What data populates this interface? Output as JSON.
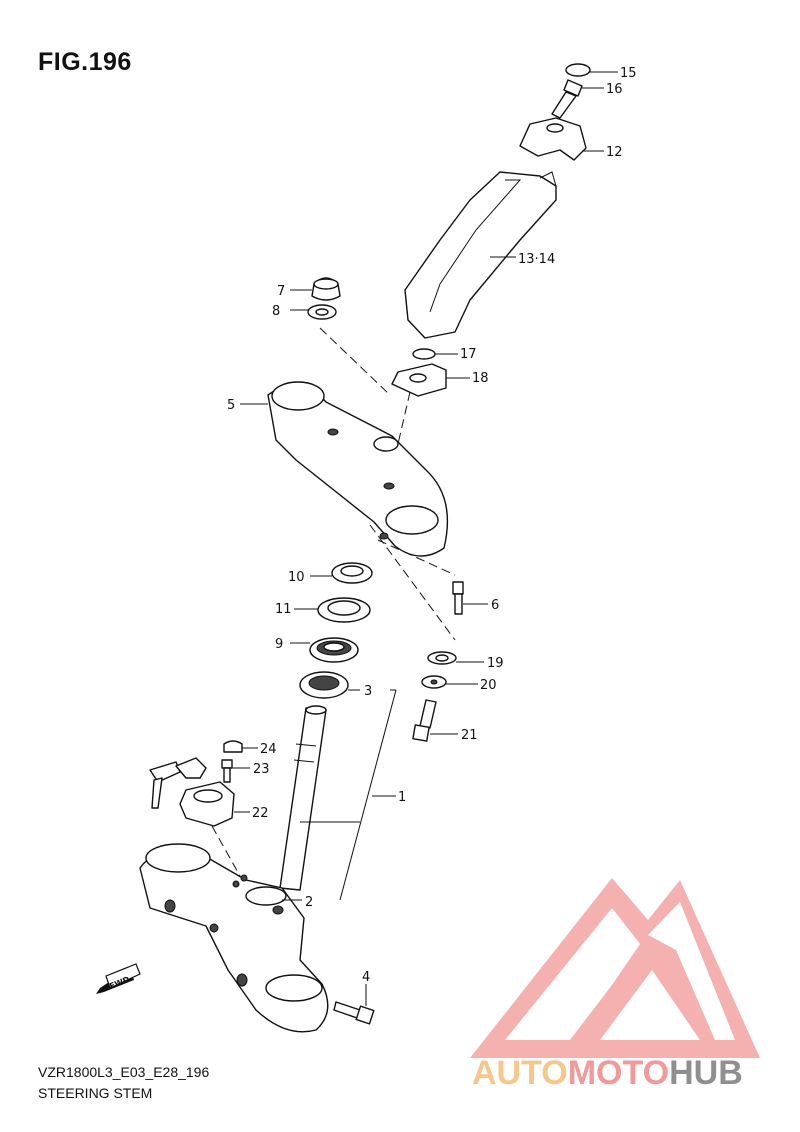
{
  "figure": {
    "title": "FIG.196",
    "model_code": "VZR1800L3_E03_E28_196",
    "section_name": "STEERING STEM"
  },
  "fwd_label": "FWD",
  "watermark": {
    "text_a": "AUTO",
    "text_b": "MOTO",
    "text_c": "HUB",
    "color_a": "#f6c78a",
    "color_b": "#f29a9a",
    "color_c": "#8f8f8f"
  },
  "callouts": {
    "p15": "15",
    "p16": "16",
    "p12": "12",
    "p13_14": "13·14",
    "p7": "7",
    "p8": "8",
    "p17": "17",
    "p18": "18",
    "p5": "5",
    "p10": "10",
    "p6": "6",
    "p11": "11",
    "p9": "9",
    "p19": "19",
    "p3": "3",
    "p20": "20",
    "p21": "21",
    "p24": "24",
    "p23": "23",
    "p1": "1",
    "p22": "22",
    "p2": "2",
    "p4": "4"
  }
}
